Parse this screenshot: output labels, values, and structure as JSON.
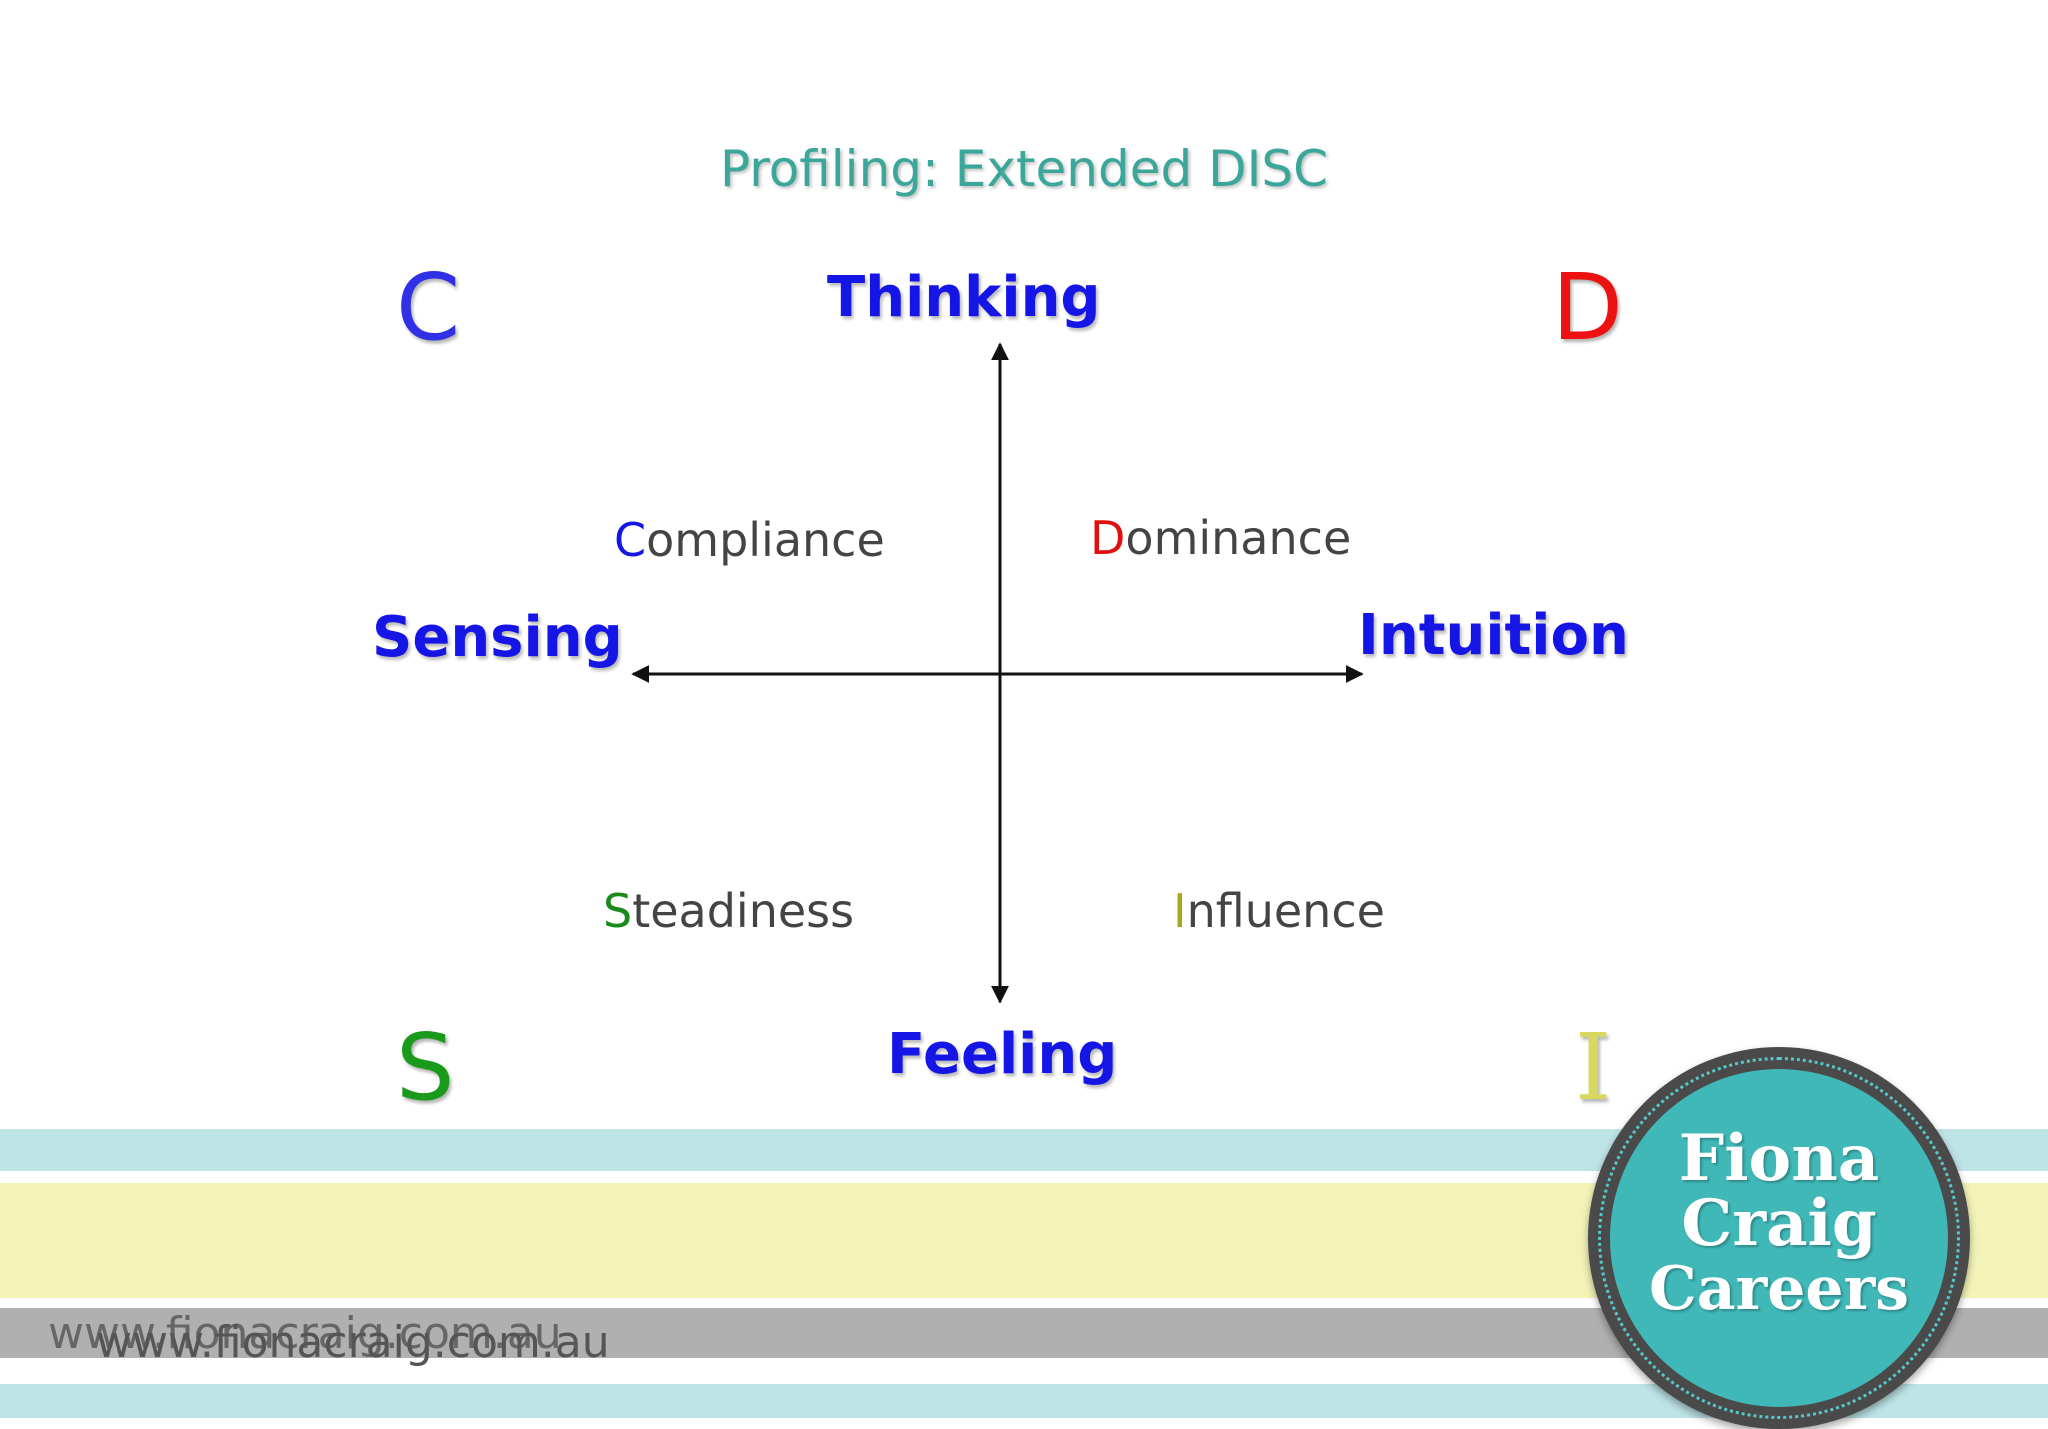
{
  "title": "Profiling: Extended DISC",
  "corners": {
    "c": {
      "letter": "C",
      "color": "#3030e6"
    },
    "d": {
      "letter": "D",
      "color": "#ee1111"
    },
    "s": {
      "letter": "S",
      "color": "#1a9a1a"
    },
    "i": {
      "letter": "I",
      "color": "#d8d860"
    }
  },
  "axes": {
    "top": "Thinking",
    "bottom": "Feeling",
    "left": "Sensing",
    "right": "Intuition"
  },
  "quadrants": {
    "compliance": {
      "initial": "C",
      "rest": "ompliance",
      "color": "#1515e6"
    },
    "dominance": {
      "initial": "D",
      "rest": "ominance",
      "color": "#e01010"
    },
    "steadiness": {
      "initial": "S",
      "rest": "teadiness",
      "color": "#1a8a1a"
    },
    "influence": {
      "initial": "I",
      "rest": "nfluence",
      "color": "#a8a820"
    }
  },
  "footer": {
    "url_back": "www.fionacraig.com.au",
    "url_front": "www.fionacraig.com.au"
  },
  "logo": {
    "line1": "Fiona",
    "line2": "Craig",
    "line3": "Careers"
  },
  "colors": {
    "stripe_teal": "#bfe4e6",
    "stripe_yellow": "#f3f3b8",
    "stripe_gray": "#b0b0b0",
    "logo_teal": "#40b8b8",
    "logo_ring": "#4a4a4a"
  }
}
